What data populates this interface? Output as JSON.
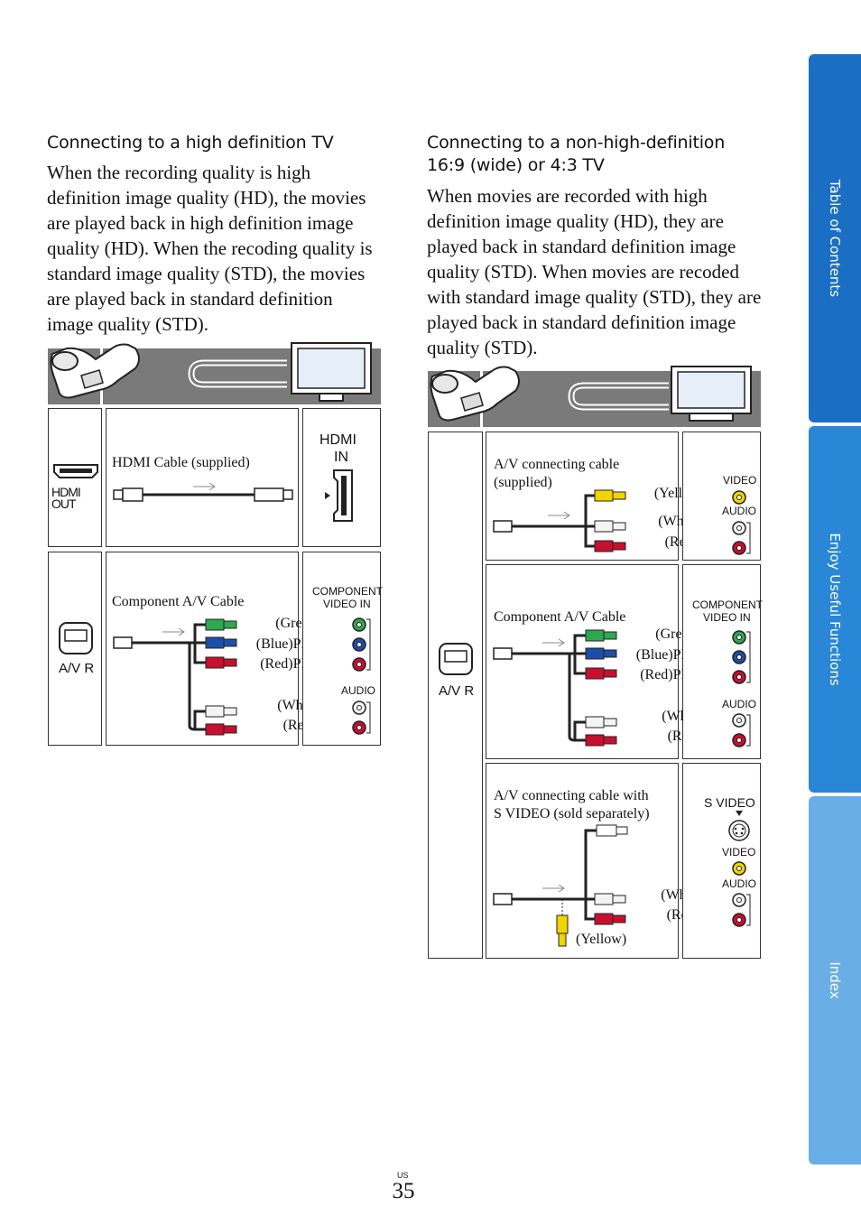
{
  "left": {
    "heading": "Connecting to a high definition TV",
    "body": "When the recording quality is high definition image quality (HD), the movies are played back in high definition image quality (HD). When the recoding quality is standard image quality (STD), the movies are played back in standard definition image quality (STD).",
    "hdmi_row": {
      "cam_port": "HDMI OUT",
      "cable": "HDMI Cable (supplied)",
      "tv_port_line1": "HDMI",
      "tv_port_line2": "IN"
    },
    "comp_row": {
      "cam_port": "A/V R",
      "cable": "Component A/V Cable",
      "green": "(Green) Y",
      "blue": "(Blue)PB/CB",
      "red": "(Red)PR/CR",
      "white": "(White)",
      "red2": "(Red)",
      "tv_label_1": "COMPONENT",
      "tv_label_2": "VIDEO IN",
      "tv_audio": "AUDIO"
    }
  },
  "right": {
    "heading_line1": "Connecting to a non-high-definition",
    "heading_line2": "16:9 (wide) or 4:3 TV",
    "body": "When movies are recorded with high definition image quality (HD), they are played back in standard definition image quality (STD). When movies are recoded with standard image quality (STD), they are played back in standard definition image quality (STD).",
    "cam_port": "A/V R",
    "av_row": {
      "cable_line1": "A/V connecting cable",
      "cable_line2": "(supplied)",
      "yellow": "(Yellow)",
      "white": "(White)",
      "red": "(Red)",
      "tv_video": "VIDEO",
      "tv_audio": "AUDIO"
    },
    "comp_row": {
      "cable": "Component A/V Cable",
      "green": "(Green) Y",
      "blue": "(Blue)PB/CB",
      "red": "(Red)PR/CR",
      "white": "(White)",
      "red2": "(Red)",
      "tv_label_1": "COMPONENT",
      "tv_label_2": "VIDEO IN",
      "tv_audio": "AUDIO"
    },
    "svideo_row": {
      "cable_line1": "A/V connecting cable with",
      "cable_line2": "S VIDEO (sold separately)",
      "white": "(White)",
      "red": "(Red)",
      "yellow": "(Yellow)",
      "tv_svideo": "S VIDEO",
      "tv_video": "VIDEO",
      "tv_audio": "AUDIO"
    }
  },
  "sidebar": {
    "tabs": [
      {
        "label": "Table of Contents",
        "color": "#1a6fc4"
      },
      {
        "label": "Enjoy Useful Functions",
        "color": "#2a86d6"
      },
      {
        "label": "Index",
        "color": "#6aaee6"
      }
    ]
  },
  "footer": {
    "page_region": "US",
    "page_number": "35"
  },
  "colors": {
    "green_plug": "#2fa84f",
    "blue_plug": "#1d4fa8",
    "red_plug": "#c8102e",
    "yellow_plug": "#f2d400",
    "white_plug": "#f4f4f4",
    "banner_gray": "#7a7a7a"
  }
}
